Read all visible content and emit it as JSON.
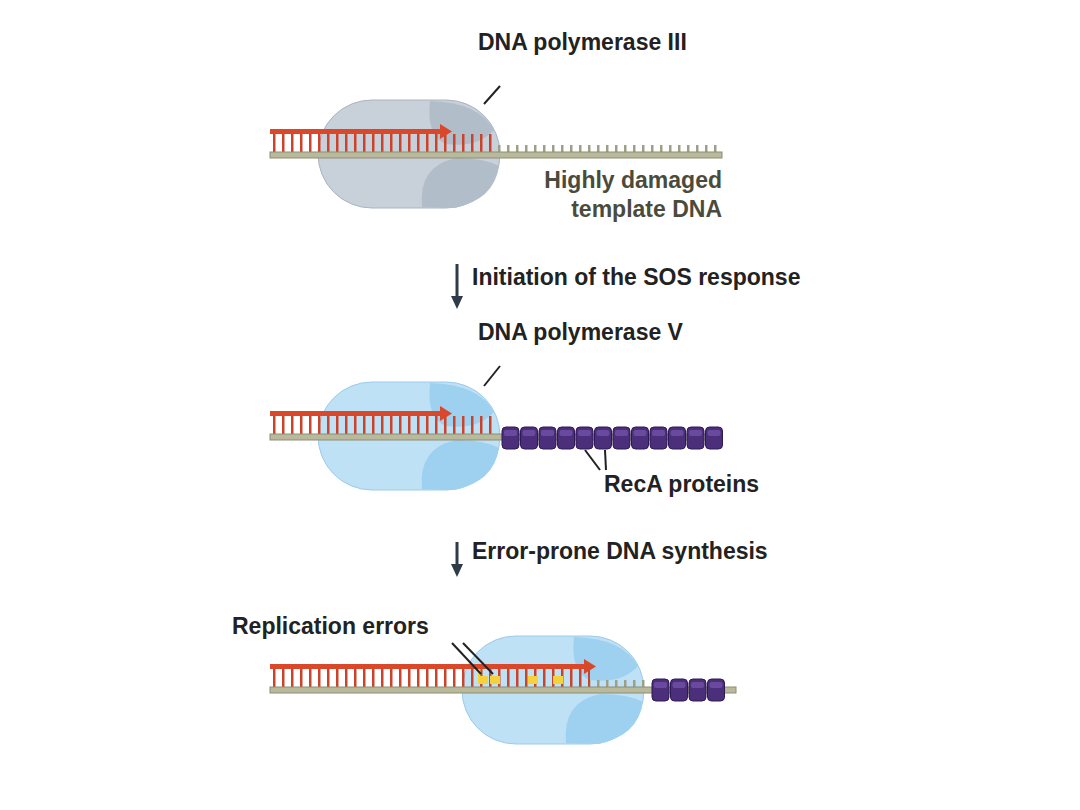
{
  "diagram": {
    "labels": [
      "DNA polymerase III",
      "Highly damaged template DNA",
      "Initiation of the SOS response",
      "DNA polymerase V",
      "RecA proteins",
      "Error-prone DNA synthesis",
      "Replication errors"
    ]
  }
}
